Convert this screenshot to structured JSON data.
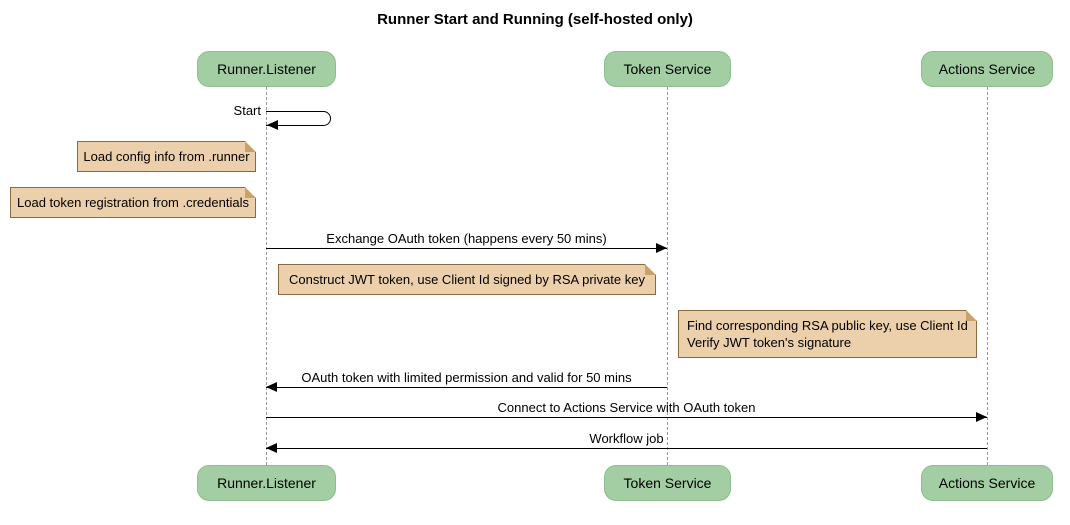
{
  "title": "Runner Start and Running (self-hosted only)",
  "participants": {
    "runner_listener": "Runner.Listener",
    "token_service": "Token Service",
    "actions_service": "Actions Service"
  },
  "messages": {
    "start": "Start",
    "exchange_oauth": "Exchange OAuth token (happens every 50 mins)",
    "oauth_return": "OAuth token with limited permission and valid for 50 mins",
    "connect": "Connect to Actions Service with OAuth token",
    "workflow_job": "Workflow job"
  },
  "notes": {
    "load_config": "Load config info from .runner",
    "load_registration": "Load token registration from .credentials",
    "construct_jwt": "Construct JWT token, use Client Id signed by RSA private key",
    "verify_line1": "Find corresponding RSA public key, use Client Id",
    "verify_line2": "Verify JWT token's signature"
  },
  "colors": {
    "participant_fill": "#a3cda3",
    "participant_border": "#8ebd8e",
    "note_fill": "#ecd0ac",
    "note_border": "#8a6a42",
    "note_fold": "#c9a268",
    "lifeline": "#999999",
    "arrow": "#000000",
    "background": "#ffffff"
  }
}
